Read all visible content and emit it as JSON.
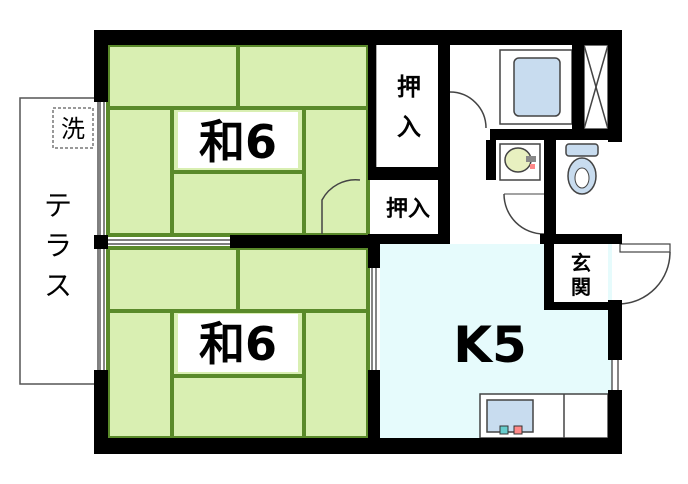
{
  "rooms": {
    "washitsu_top": "和6",
    "washitsu_bottom": "和6",
    "kitchen": "K5",
    "oshiire_top_1": "押",
    "oshiire_top_2": "入",
    "oshiire_small": "押入",
    "genkan_1": "玄",
    "genkan_2": "関",
    "washer": "洗",
    "terrace_1": "テ",
    "terrace_2": "ラ",
    "terrace_3": "ス"
  },
  "colors": {
    "tatami": "#d9efb2",
    "tatami_border": "#5a8a2a",
    "kitchen": "#e6fbfc",
    "wall": "#000000",
    "fixture": "#c8dcef"
  }
}
